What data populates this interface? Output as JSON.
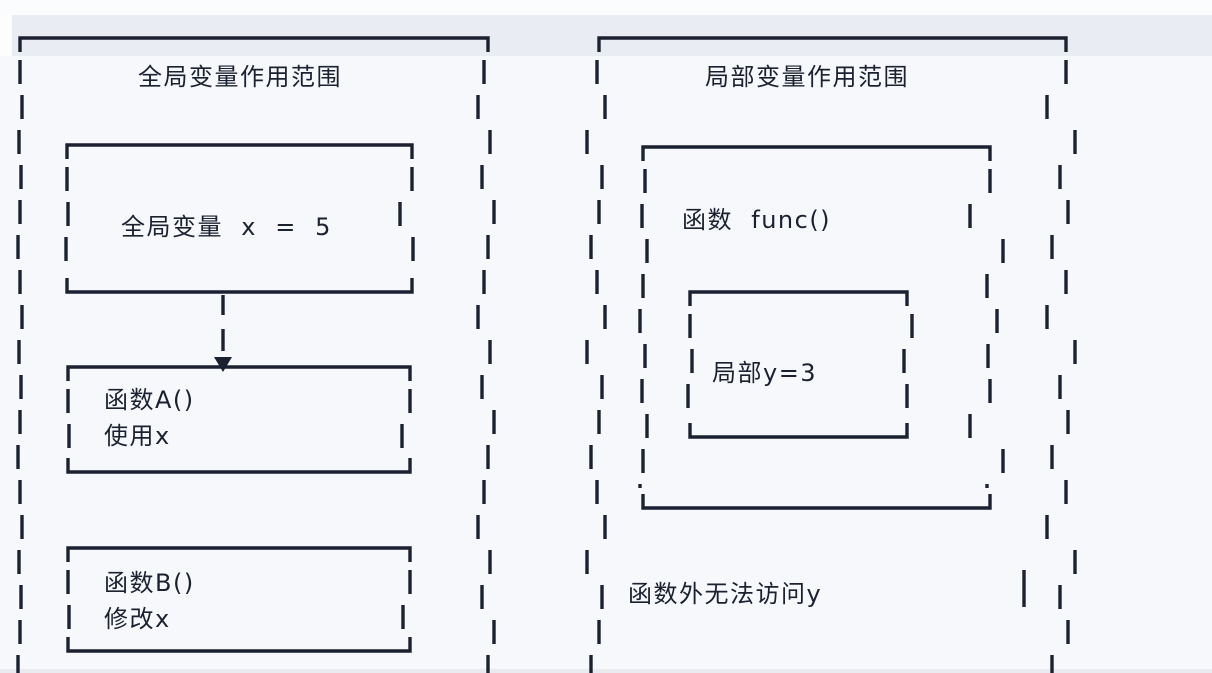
{
  "panels": {
    "left": {
      "title": "全局变量作用范围",
      "global_var_box": "全局变量  x  =  5",
      "func_a_line1": "函数A()",
      "func_a_line2": "使用x",
      "func_b_line1": "函数B()",
      "func_b_line2": "修改x"
    },
    "right": {
      "title": "局部变量作用范围",
      "func_box_label": "函数  func()",
      "local_var_box": "局部y=3",
      "note": "函数外无法访问y"
    }
  },
  "connector": {
    "style": "dashed",
    "arrow": "down"
  },
  "colors": {
    "line": "#1b2130",
    "background": "#f6f8fb",
    "top_band": "#e9ecf3",
    "top_strip": "#fbfcfd",
    "box_border_style": "solid-horizontal, dashed-vertical"
  }
}
